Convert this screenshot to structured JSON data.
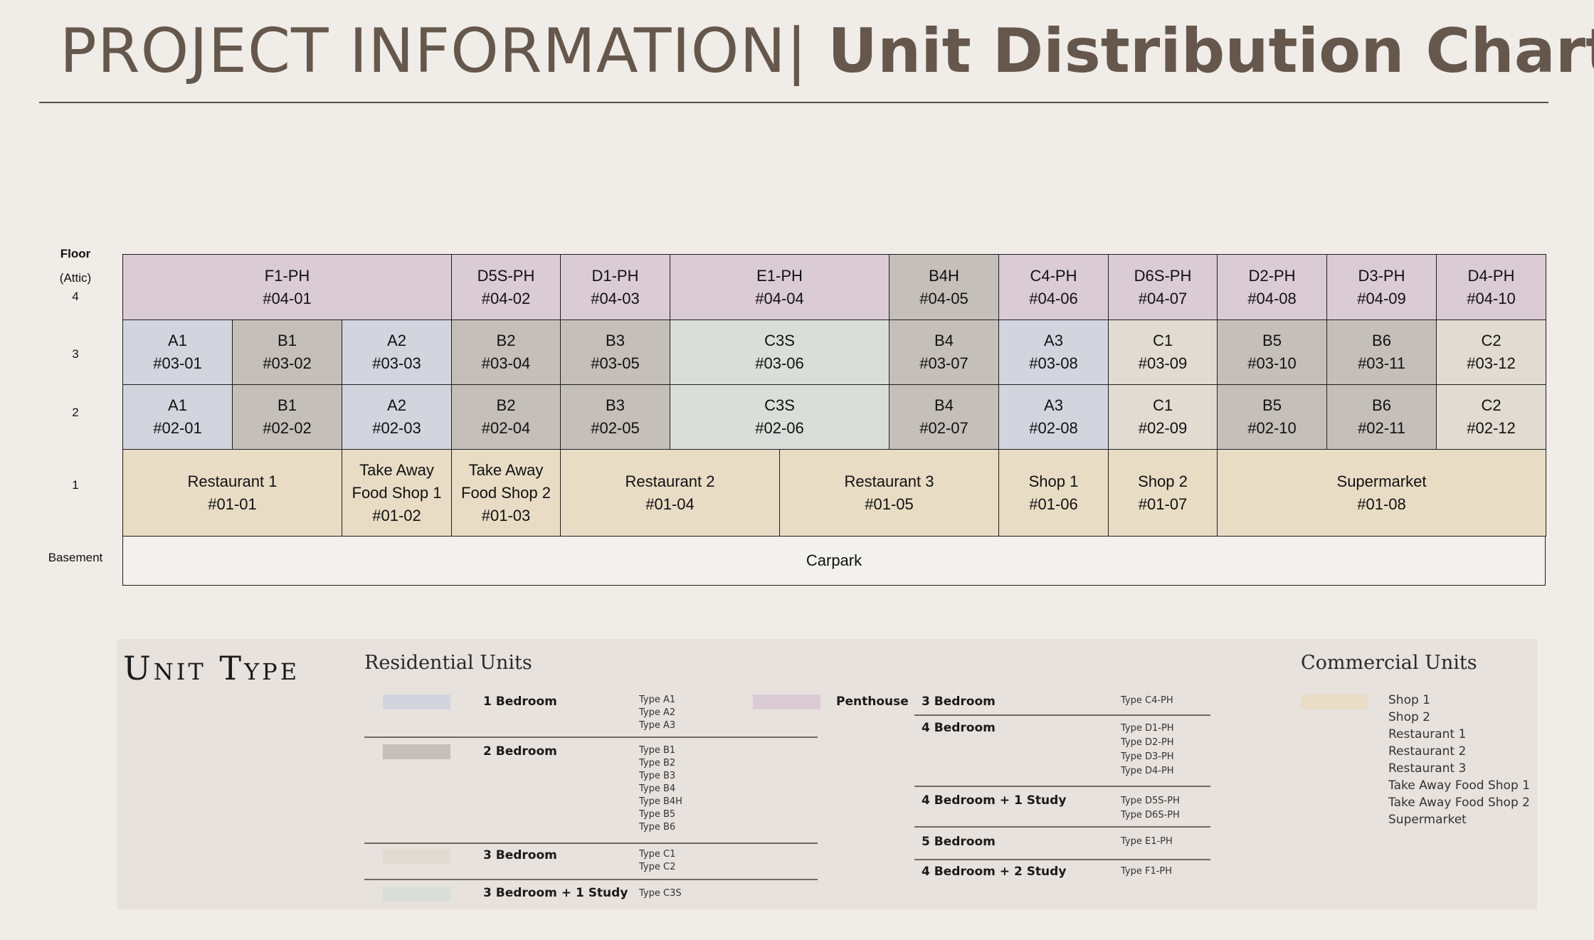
{
  "header": {
    "title_light": "PROJECT INFORMATION",
    "title_sep": "| ",
    "title_bold": "Unit Distribution Chart"
  },
  "floors": {
    "heading": "Floor",
    "attic": "(Attic)",
    "f4": "4",
    "f3": "3",
    "f2": "2",
    "f1": "1",
    "basement": "Basement"
  },
  "colors": {
    "penthouse": "#dbcbd5",
    "one_bed": "#d2d5de",
    "two_bed": "#c5bfba",
    "three_bed": "#e1dbd1",
    "three_bed_study": "#d9dfd8",
    "commercial": "#e9dcc5",
    "carpark": "#f3f1ee"
  },
  "chart_data": {
    "type": "table",
    "floor4": [
      {
        "type": "F1-PH",
        "unit": "#04-01"
      },
      {
        "type": "D5S-PH",
        "unit": "#04-02"
      },
      {
        "type": "D1-PH",
        "unit": "#04-03"
      },
      {
        "type": "E1-PH",
        "unit": "#04-04"
      },
      {
        "type": "B4H",
        "unit": "#04-05"
      },
      {
        "type": "C4-PH",
        "unit": "#04-06"
      },
      {
        "type": "D6S-PH",
        "unit": "#04-07"
      },
      {
        "type": "D2-PH",
        "unit": "#04-08"
      },
      {
        "type": "D3-PH",
        "unit": "#04-09"
      },
      {
        "type": "D4-PH",
        "unit": "#04-10"
      }
    ],
    "floor3": [
      {
        "type": "A1",
        "unit": "#03-01"
      },
      {
        "type": "B1",
        "unit": "#03-02"
      },
      {
        "type": "A2",
        "unit": "#03-03"
      },
      {
        "type": "B2",
        "unit": "#03-04"
      },
      {
        "type": "B3",
        "unit": "#03-05"
      },
      {
        "type": "C3S",
        "unit": "#03-06"
      },
      {
        "type": "B4",
        "unit": "#03-07"
      },
      {
        "type": "A3",
        "unit": "#03-08"
      },
      {
        "type": "C1",
        "unit": "#03-09"
      },
      {
        "type": "B5",
        "unit": "#03-10"
      },
      {
        "type": "B6",
        "unit": "#03-11"
      },
      {
        "type": "C2",
        "unit": "#03-12"
      }
    ],
    "floor2": [
      {
        "type": "A1",
        "unit": "#02-01"
      },
      {
        "type": "B1",
        "unit": "#02-02"
      },
      {
        "type": "A2",
        "unit": "#02-03"
      },
      {
        "type": "B2",
        "unit": "#02-04"
      },
      {
        "type": "B3",
        "unit": "#02-05"
      },
      {
        "type": "C3S",
        "unit": "#02-06"
      },
      {
        "type": "B4",
        "unit": "#02-07"
      },
      {
        "type": "A3",
        "unit": "#02-08"
      },
      {
        "type": "C1",
        "unit": "#02-09"
      },
      {
        "type": "B5",
        "unit": "#02-10"
      },
      {
        "type": "B6",
        "unit": "#02-11"
      },
      {
        "type": "C2",
        "unit": "#02-12"
      }
    ],
    "floor1": [
      {
        "name": "Restaurant 1",
        "unit": "#01-01"
      },
      {
        "name1": "Take Away",
        "name2": "Food Shop 1",
        "unit": "#01-02"
      },
      {
        "name1": "Take Away",
        "name2": "Food Shop 2",
        "unit": "#01-03"
      },
      {
        "name": "Restaurant 2",
        "unit": "#01-04"
      },
      {
        "name": "Restaurant 3",
        "unit": "#01-05"
      },
      {
        "name": "Shop 1",
        "unit": "#01-06"
      },
      {
        "name": "Shop 2",
        "unit": "#01-07"
      },
      {
        "name": "Supermarket",
        "unit": "#01-08"
      }
    ],
    "basement": {
      "name": "Carpark"
    }
  },
  "legend": {
    "title": "Unit Type",
    "residential_title": "Residential Units",
    "commercial_title": "Commercial Units",
    "one_bed": {
      "label": "1 Bedroom",
      "types": [
        "Type A1",
        "Type A2",
        "Type A3"
      ]
    },
    "two_bed": {
      "label": "2 Bedroom",
      "types": [
        "Type B1",
        "Type B2",
        "Type B3",
        "Type B4",
        "Type B4H",
        "Type B5",
        "Type B6"
      ]
    },
    "three_bed": {
      "label": "3 Bedroom",
      "types": [
        "Type C1",
        "Type C2"
      ]
    },
    "three_bed_study": {
      "label": "3 Bedroom + 1 Study",
      "types": [
        "Type C3S"
      ]
    },
    "penthouse": {
      "label": "Penthouse",
      "rows": [
        {
          "label": "3 Bedroom",
          "types": [
            "Type C4-PH"
          ]
        },
        {
          "label": "4 Bedroom",
          "types": [
            "Type D1-PH",
            "Type D2-PH",
            "Type D3-PH",
            "Type D4-PH"
          ]
        },
        {
          "label": "4 Bedroom + 1 Study",
          "types": [
            "Type D5S-PH",
            "Type D6S-PH"
          ]
        },
        {
          "label": "5 Bedroom",
          "types": [
            "Type E1-PH"
          ]
        },
        {
          "label": "4 Bedroom + 2 Study",
          "types": [
            "Type F1-PH"
          ]
        }
      ]
    },
    "commercial": [
      "Shop 1",
      "Shop 2",
      "Restaurant 1",
      "Restaurant 2",
      "Restaurant 3",
      "Take Away Food Shop 1",
      "Take Away Food Shop 2",
      "Supermarket"
    ]
  }
}
